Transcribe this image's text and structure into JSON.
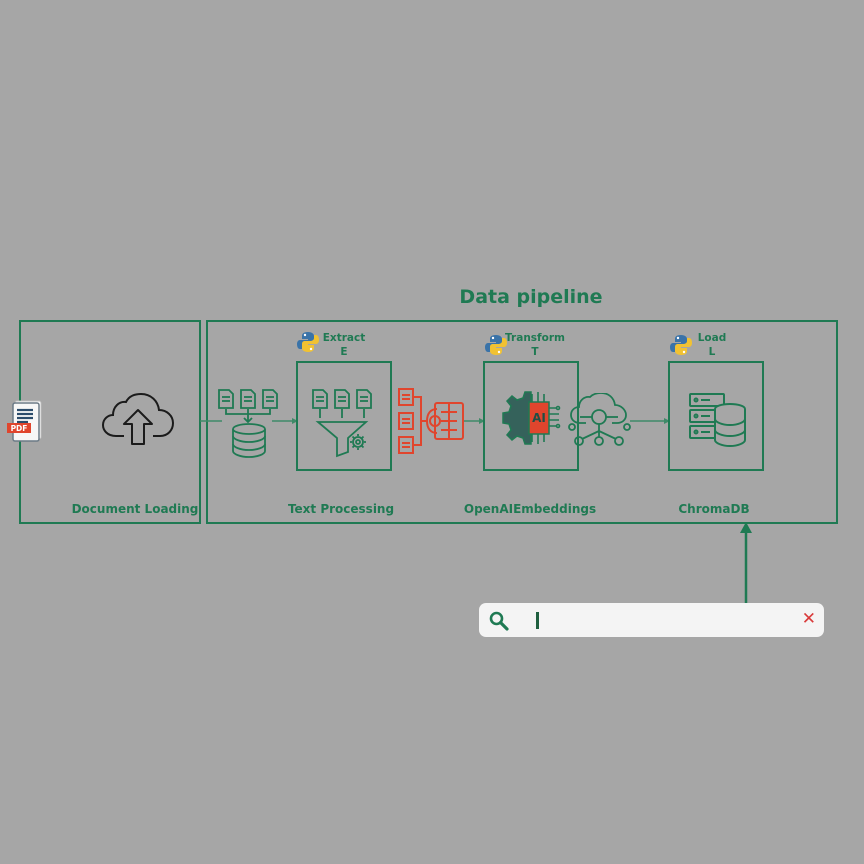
{
  "title": "Data pipeline",
  "stages": {
    "document_loading": {
      "caption": "Document Loading",
      "file_badge": "PDF"
    },
    "text_processing": {
      "caption": "Text Processing",
      "step_name": "Extract",
      "step_letter": "E"
    },
    "embeddings": {
      "caption": "OpenAIEmbeddings",
      "step_name": "Transform",
      "step_letter": "T",
      "chip_text": "AI"
    },
    "vector_store": {
      "caption": "ChromaDB",
      "step_name": "Load",
      "step_letter": "L"
    }
  },
  "search": {
    "value": "",
    "clear_symbol": "✕"
  },
  "colors": {
    "background": "#a6a6a6",
    "accent": "#1f7a53",
    "highlight": "#e0452d"
  },
  "icons": [
    "pdf-file-icon",
    "cloud-upload-icon",
    "documents-to-database-icon",
    "python-icon",
    "filter-gear-icon",
    "chunk-split-icon",
    "ai-chip-icon",
    "cloud-network-icon",
    "database-server-icon",
    "search-icon",
    "clear-icon"
  ]
}
